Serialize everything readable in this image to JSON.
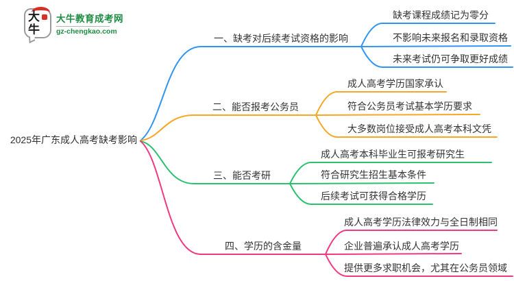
{
  "page": {
    "background": "#ffffff",
    "text_color": "#333333"
  },
  "logo": {
    "icon_chars": "大牛",
    "site_name": "大牛教育成考网",
    "site_url": "gz-chengkao.com",
    "brand_green": "#1e8c42",
    "seal_red": "#d93025"
  },
  "root": {
    "label": "2025年广东成人高考缺考影响"
  },
  "branches": [
    {
      "label": "一、缺考对后续考试资格的影响",
      "color": "#3095f2",
      "children": [
        "缺考课程成绩记为零分",
        "不影响未来报名和录取资格",
        "未来考试仍可争取更好成绩"
      ]
    },
    {
      "label": "二、能否报考公务员",
      "color": "#f7a625",
      "children": [
        "成人高考学历国家承认",
        "符合公务员考试基本学历要求",
        "大多数岗位接受成人高考本科文凭"
      ]
    },
    {
      "label": "三、能否考研",
      "color": "#2bc06e",
      "children": [
        "成人高考本科毕业生可报考研究生",
        "符合研究生招生基本条件",
        "后续考试可获得合格学历"
      ]
    },
    {
      "label": "四、学历的含金量",
      "color": "#f23980",
      "children": [
        "成人高考学历法律效力与全日制相同",
        "企业普遍承认成人高考学历",
        "提供更多求职机会，尤其在公务员领域"
      ]
    }
  ]
}
